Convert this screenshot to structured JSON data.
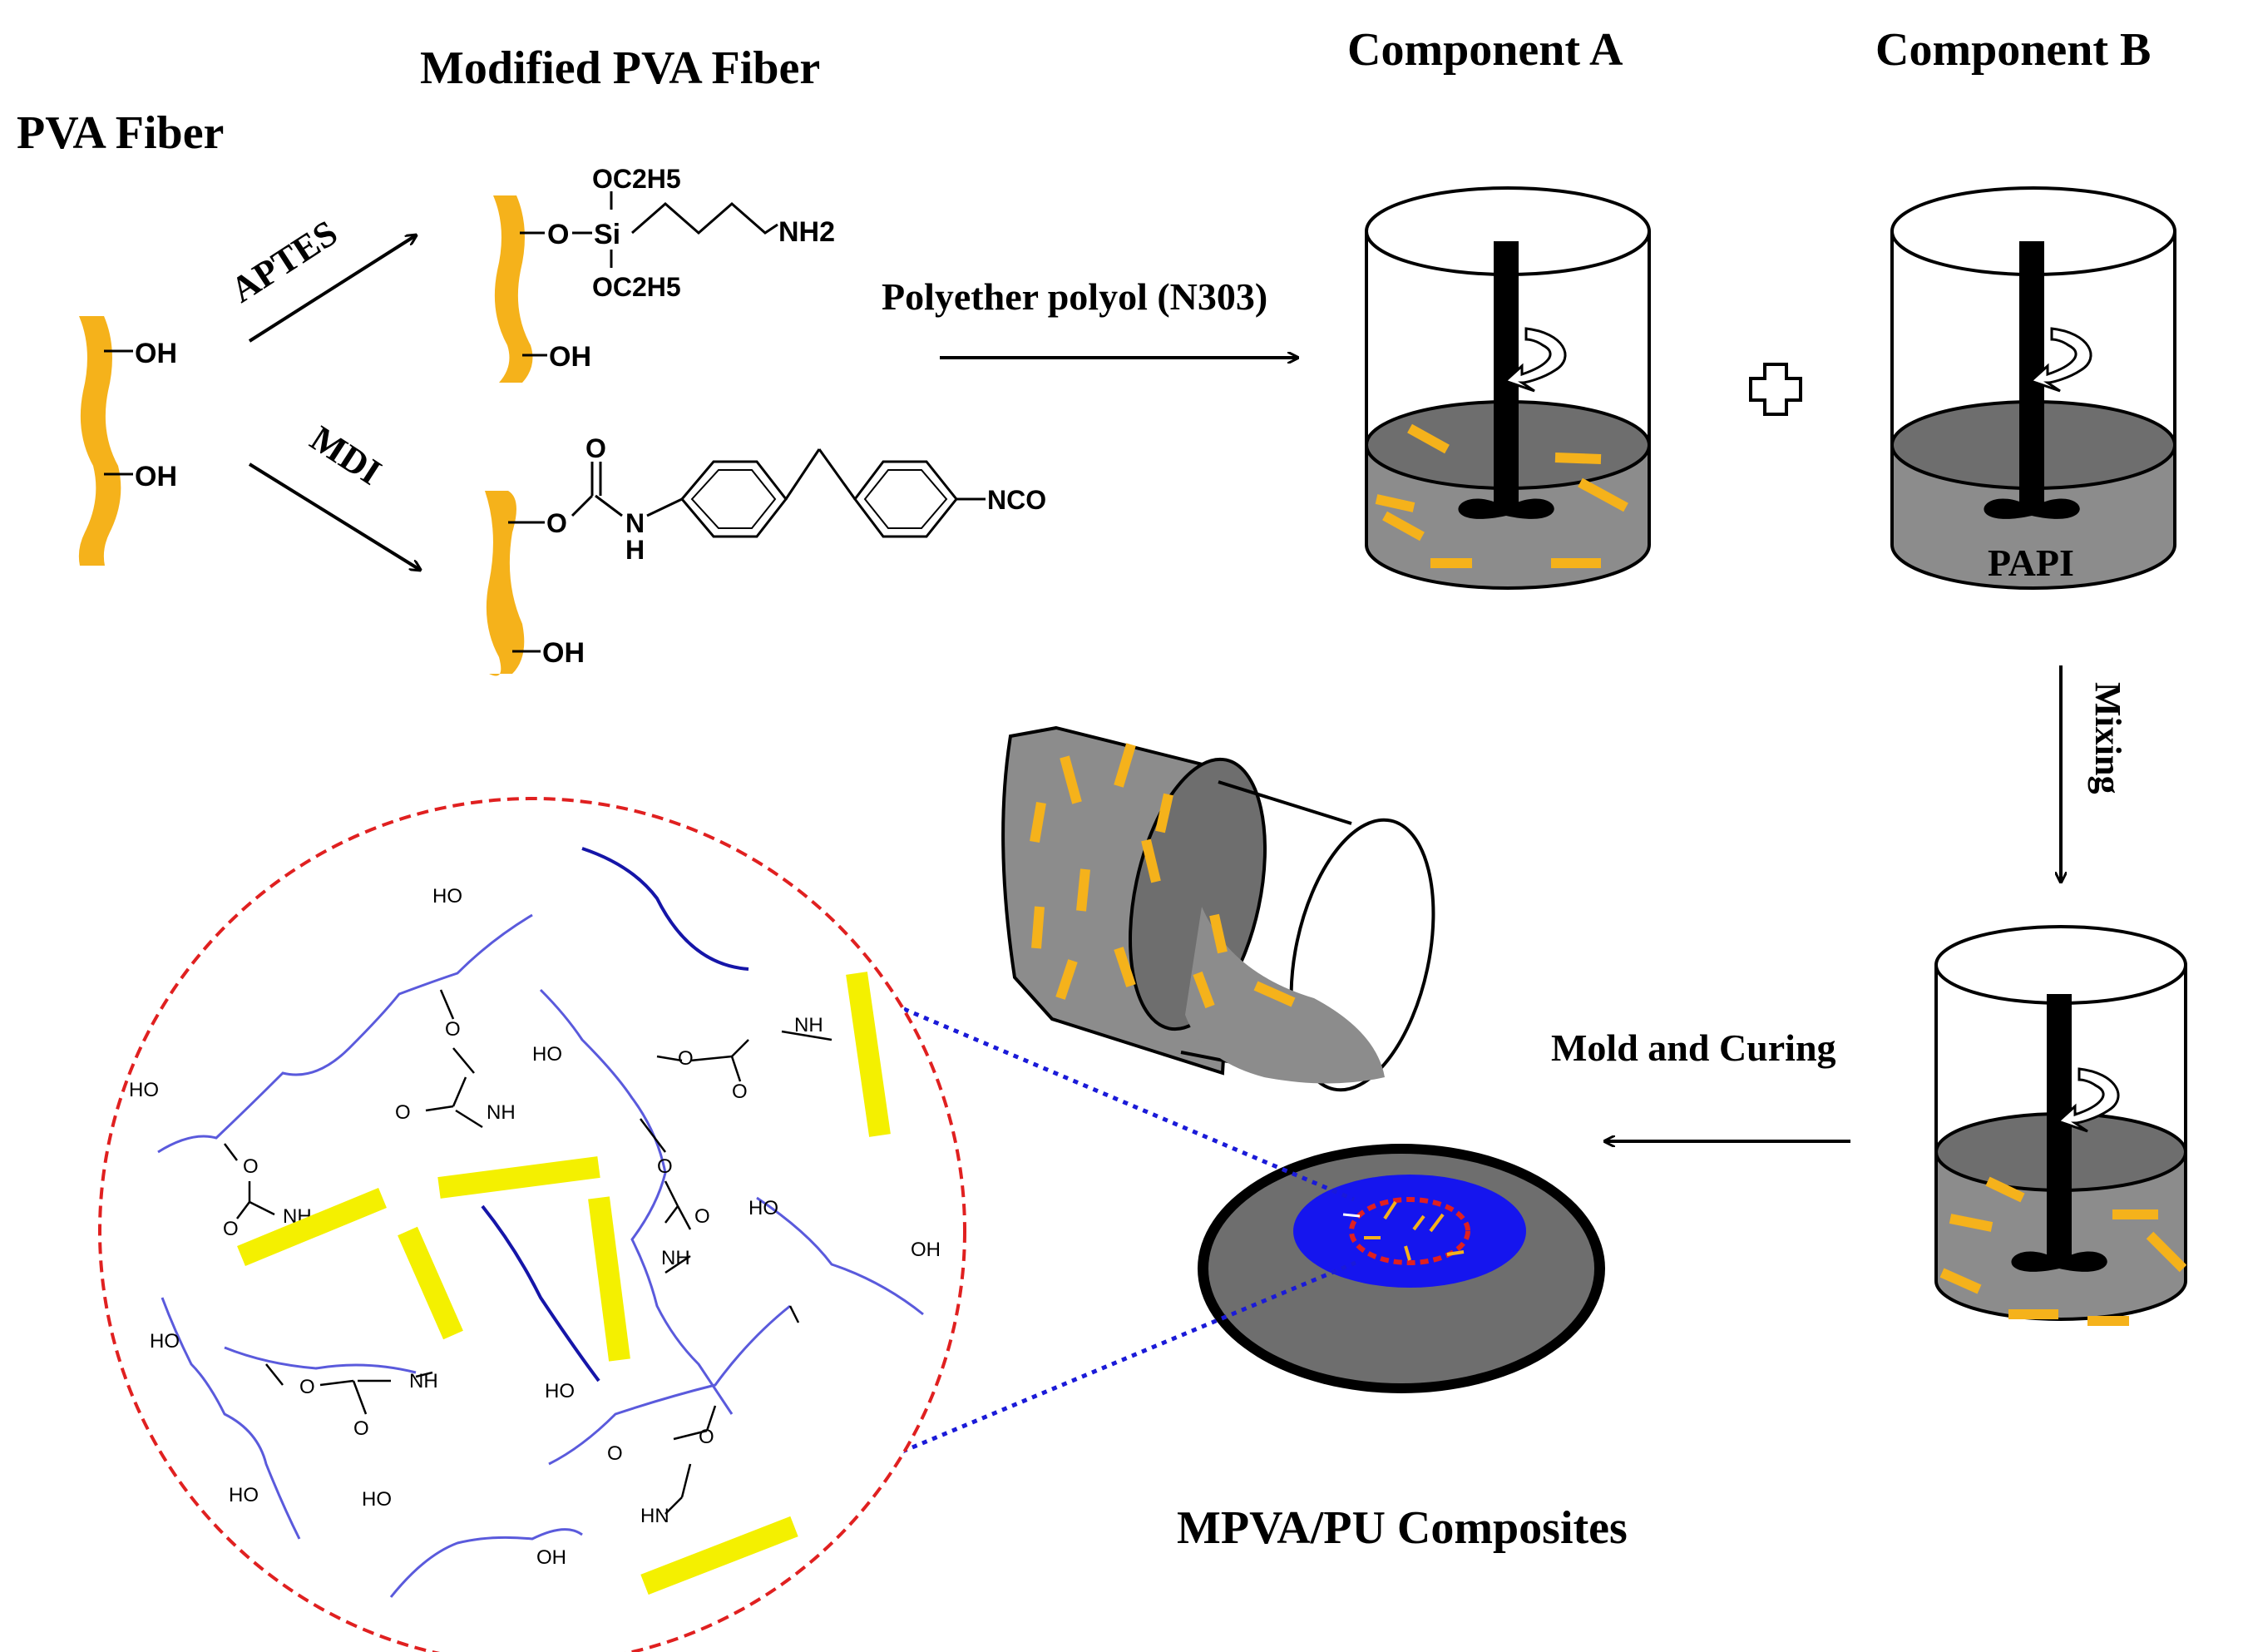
{
  "titles": {
    "pva_fiber": "PVA Fiber",
    "modified_pva_fiber": "Modified PVA Fiber",
    "component_a": "Component A",
    "component_b": "Component B",
    "composites": "MPVA/PU Composites"
  },
  "reagents": {
    "aptes": "APTES",
    "mdi": "MDI",
    "polyol": "Polyether polyol (N303)",
    "mixing": "Mixing",
    "mold_curing": "Mold and Curing",
    "papi": "PAPI"
  },
  "chem_labels": {
    "oh": "OH",
    "oh_left": "HO",
    "o": "O",
    "si": "Si",
    "oc2h5_top": "OC2H5",
    "oc2h5_bottom": "OC2H5",
    "nh2": "NH2",
    "nh": "NH",
    "n": "N",
    "h": "H",
    "hn": "HN",
    "nco": "NCO"
  },
  "colors": {
    "fiber_orange": "#f5b21b",
    "fiber_yellow": "#f4f000",
    "polymer_blue": "#5a5adc",
    "dark_blue": "#1515a8",
    "mix_gray": "#8c8c8c",
    "dark_gray": "#6e6e6e",
    "red_dashed": "#e02020",
    "zoom_line_blue": "#1a1ad8"
  }
}
